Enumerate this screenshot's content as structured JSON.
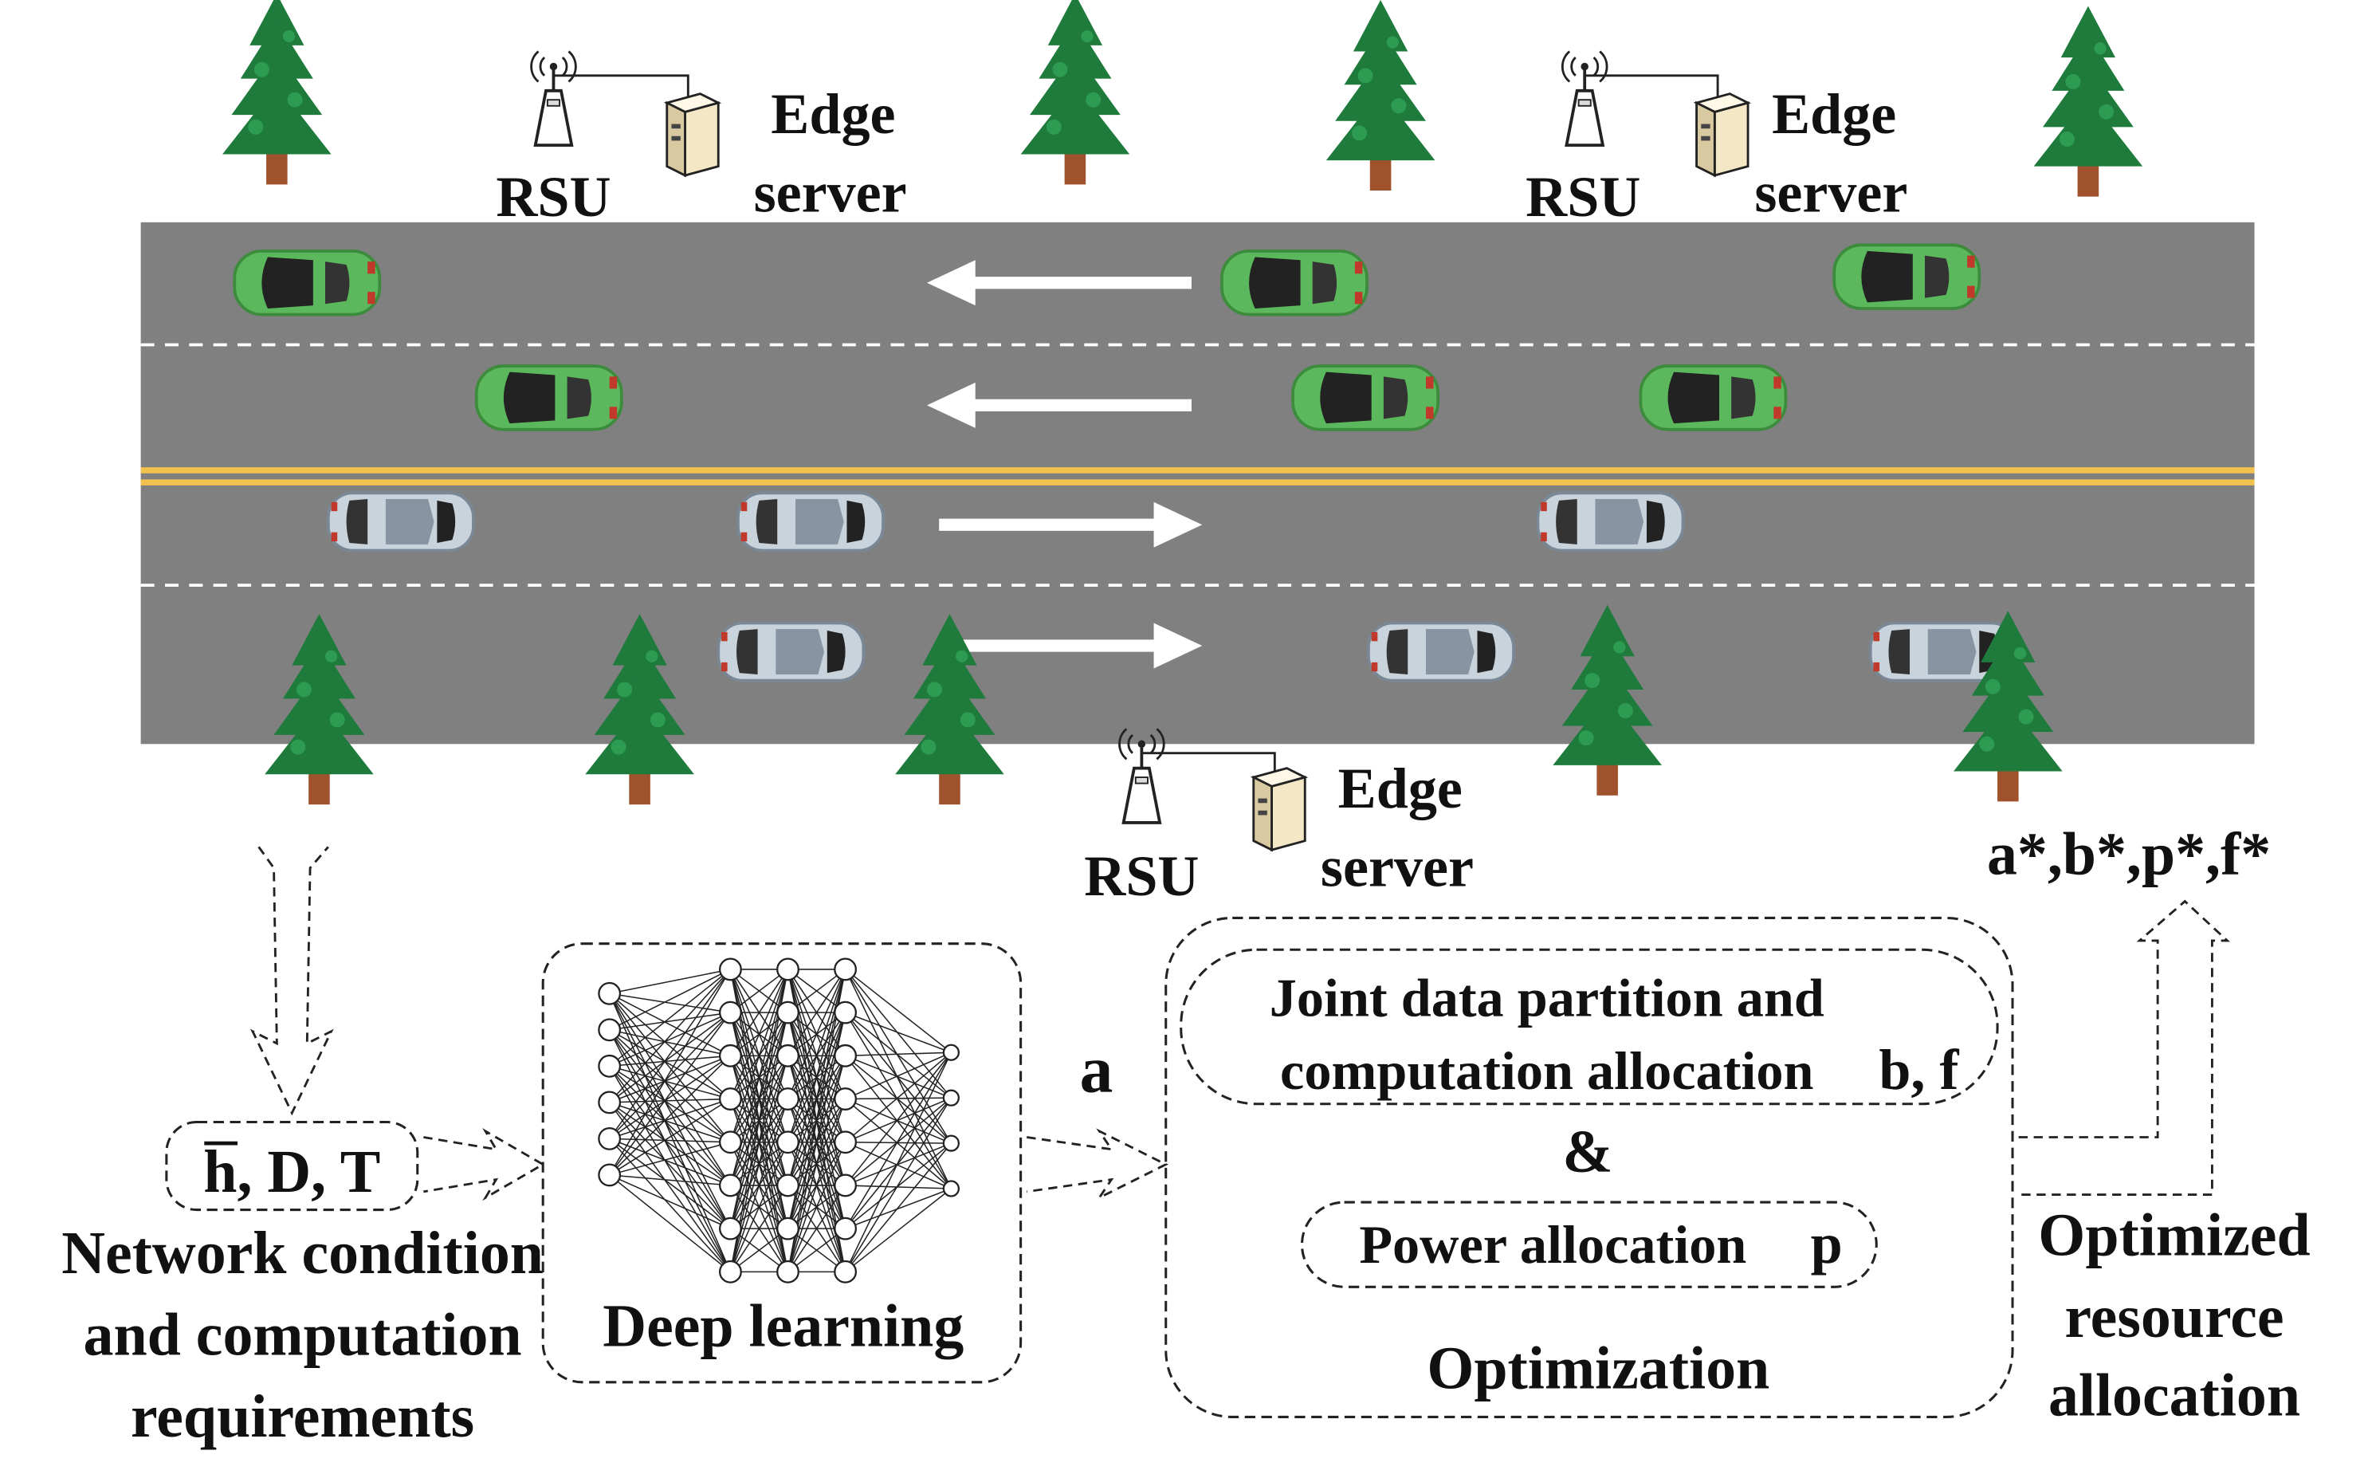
{
  "colors": {
    "road": "#808080",
    "lane_line": "#ffffff",
    "center_line": "#f2c14e",
    "tree_foliage": "#1e7b3c",
    "tree_trunk": "#a0522d",
    "car_green": "#5cb85c",
    "car_silver": "#c9d3dc",
    "arrow": "#ffffff",
    "text": "#111111"
  },
  "road": {
    "westbound_lanes": [
      {
        "cars": [
          "car-green",
          "car-green",
          "car-green"
        ],
        "direction": "left"
      },
      {
        "cars": [
          "car-green",
          "car-green",
          "car-green"
        ],
        "direction": "left"
      }
    ],
    "eastbound_lanes": [
      {
        "cars": [
          "car-silver",
          "car-silver",
          "car-silver"
        ],
        "direction": "right"
      },
      {
        "cars": [
          "car-silver",
          "car-silver",
          "car-silver"
        ],
        "direction": "right"
      }
    ]
  },
  "infrastructure": [
    {
      "rsu_label": "RSU",
      "server_label_line1": "Edge",
      "server_label_line2": "server"
    },
    {
      "rsu_label": "RSU",
      "server_label_line1": "Edge",
      "server_label_line2": "server"
    },
    {
      "rsu_label": "RSU",
      "server_label_line1": "Edge",
      "server_label_line2": "server"
    }
  ],
  "inputs": {
    "symbols": "h, D, T",
    "caption_line1": "Network condition",
    "caption_line2": "and computation",
    "caption_line3": "requirements"
  },
  "deep_learning": {
    "caption": "Deep learning",
    "output_symbol": "a",
    "layers": [
      6,
      8,
      8,
      8,
      4
    ]
  },
  "optimization": {
    "joint_line1": "Joint data partition and",
    "joint_line2": "computation allocation",
    "joint_vars": "b, f",
    "ampersand": "&",
    "power_label": "Power allocation",
    "power_var": "p",
    "caption": "Optimization"
  },
  "result": {
    "symbols": "a*,b*,p*,f*",
    "caption_line1": "Optimized",
    "caption_line2": "resource",
    "caption_line3": "allocation"
  }
}
